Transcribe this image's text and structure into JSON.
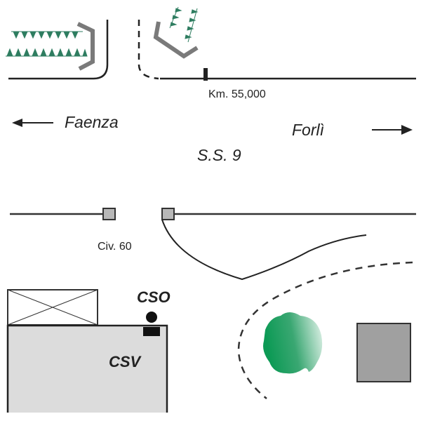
{
  "labels": {
    "km_marker": "Km. 55,000",
    "west_destination": "Faenza",
    "east_destination": "Forlì",
    "road_name": "S.S. 9",
    "house_number": "Civ. 60",
    "cso": "CSO",
    "csv": "CSV"
  },
  "colors": {
    "road_line": "#222222",
    "guardrail": "#808080",
    "vegetation_marks": "#2e7d60",
    "tree_dark": "#0c9a55",
    "tree_light": "#e8f5ee",
    "building_fill": "#dcdcdc",
    "pillar_fill": "#b8b8b8",
    "box_fill": "#a0a0a0"
  },
  "icons": {
    "west_arrow": "arrow-left-icon",
    "east_arrow": "arrow-right-icon"
  }
}
